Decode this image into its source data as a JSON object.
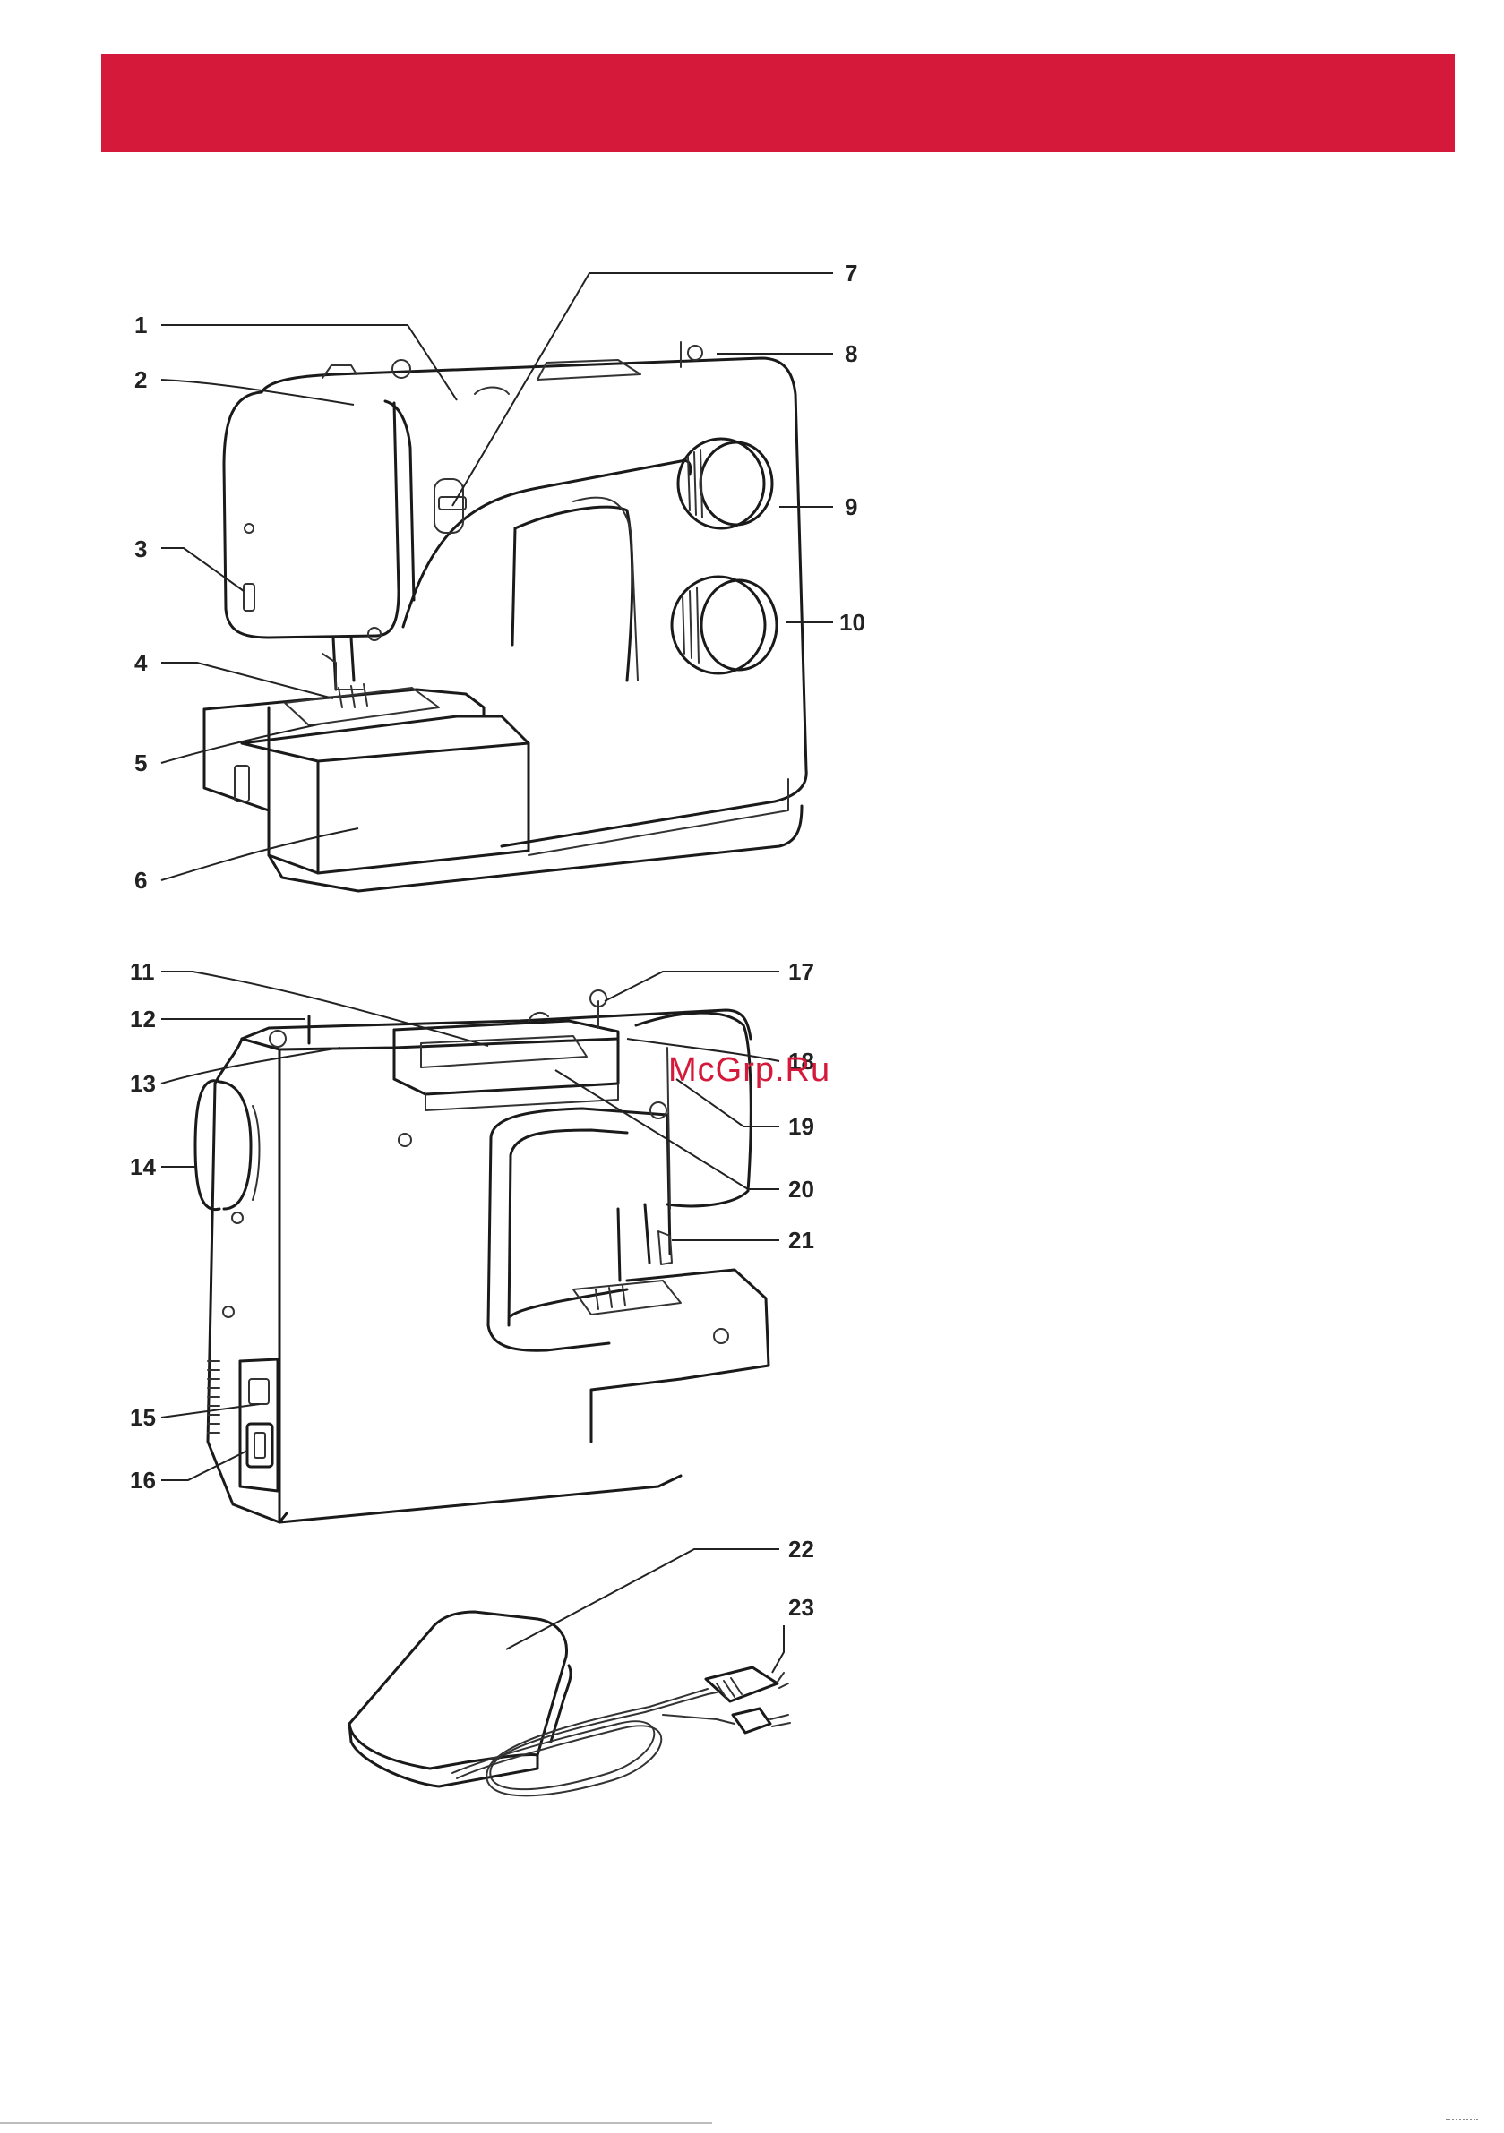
{
  "header": {
    "color": "#d4193a"
  },
  "watermark": {
    "text": "McGrp.Ru",
    "color": "#d4193a"
  },
  "labels": {
    "l1": "1",
    "l2": "2",
    "l3": "3",
    "l4": "4",
    "l5": "5",
    "l6": "6",
    "l7": "7",
    "l8": "8",
    "l9": "9",
    "l10": "10",
    "l11": "11",
    "l12": "12",
    "l13": "13",
    "l14": "14",
    "l15": "15",
    "l16": "16",
    "l17": "17",
    "l18": "18",
    "l19": "19",
    "l20": "20",
    "l21": "21",
    "l22": "22",
    "l23": "23"
  }
}
